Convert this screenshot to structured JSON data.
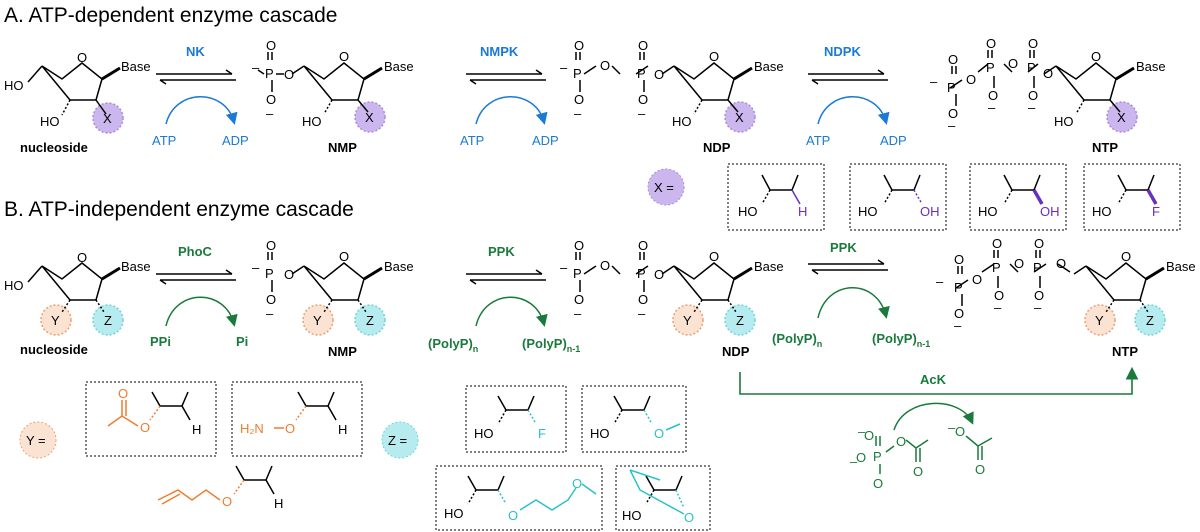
{
  "colors": {
    "blue": "#1a7ad6",
    "green": "#1a7a3c",
    "purple": "#6a2fc0",
    "purple_fill": "#cbb6ee",
    "orange": "#ef7d2e",
    "orange_fill": "#fbe3d4",
    "cyan": "#29c2c9",
    "cyan_fill": "#b6ecef",
    "black": "#000000"
  },
  "sectionA": {
    "title": "A. ATP-dependent enzyme cascade",
    "enzymes": [
      "NK",
      "NMPK",
      "NDPK"
    ],
    "cofactor_in": "ATP",
    "cofactor_out": "ADP",
    "compounds": [
      "nucleoside",
      "NMP",
      "NDP",
      "NTP"
    ],
    "x_key": "X ="
  },
  "sectionB": {
    "title": "B. ATP-independent enzyme cascade",
    "enzymes": [
      "PhoC",
      "PPK",
      "PPK",
      "AcK"
    ],
    "step1_in": "PPi",
    "step1_out": "Pi",
    "polyp_in": "(PolyP)",
    "polyp_in_sub": "n",
    "polyp_out": "(PolyP)",
    "polyp_out_sub": "n-1",
    "compounds": [
      "nucleoside",
      "NMP",
      "NDP",
      "NTP"
    ],
    "y_key": "Y =",
    "z_key": "Z ="
  },
  "atoms": {
    "base": "Base",
    "ho": "HO",
    "o": "O",
    "p": "P",
    "x": "X",
    "y": "Y",
    "z": "Z",
    "h": "H",
    "oh": "OH",
    "f": "F",
    "minus": "–",
    "h2n": "H₂N"
  }
}
